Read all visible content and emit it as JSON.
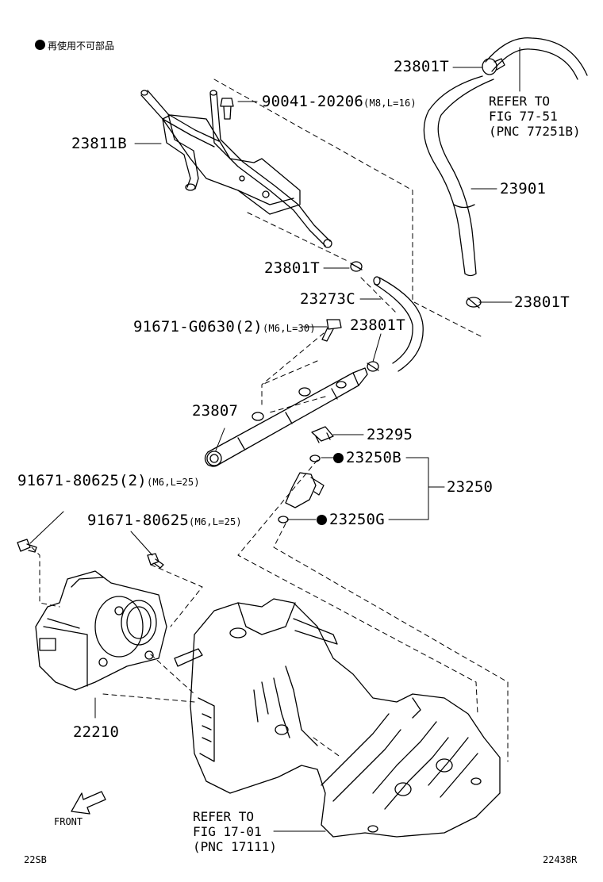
{
  "legend": {
    "text": "再使用不可部品"
  },
  "labels": {
    "p23801T_a": "23801T",
    "p90041": "90041-20206",
    "p90041_spec": "(M8,L=16)",
    "p23811B": "23811B",
    "p23901": "23901",
    "p23801T_b": "23801T",
    "p23273C": "23273C",
    "p23801T_c": "23801T",
    "p91671_g": "91671-G0630(2)",
    "p91671_g_spec": "(M6,L=30)",
    "p23801T_d": "23801T",
    "p23807": "23807",
    "p23295": "23295",
    "p23250B": "23250B",
    "p23250": "23250",
    "p23250G": "23250G",
    "p91671_2": "91671-80625(2)",
    "p91671_2_spec": "(M6,L=25)",
    "p91671_1": "91671-80625",
    "p91671_1_spec": "(M6,L=25)",
    "p22210": "22210"
  },
  "refs": {
    "ref77": "REFER TO\nFIG 77-51\n(PNC 77251B)",
    "ref17": "REFER TO\nFIG 17-01\n(PNC 17111)"
  },
  "footer": {
    "front": "FRONT",
    "left_code": "22SB",
    "right_code": "22438R"
  }
}
